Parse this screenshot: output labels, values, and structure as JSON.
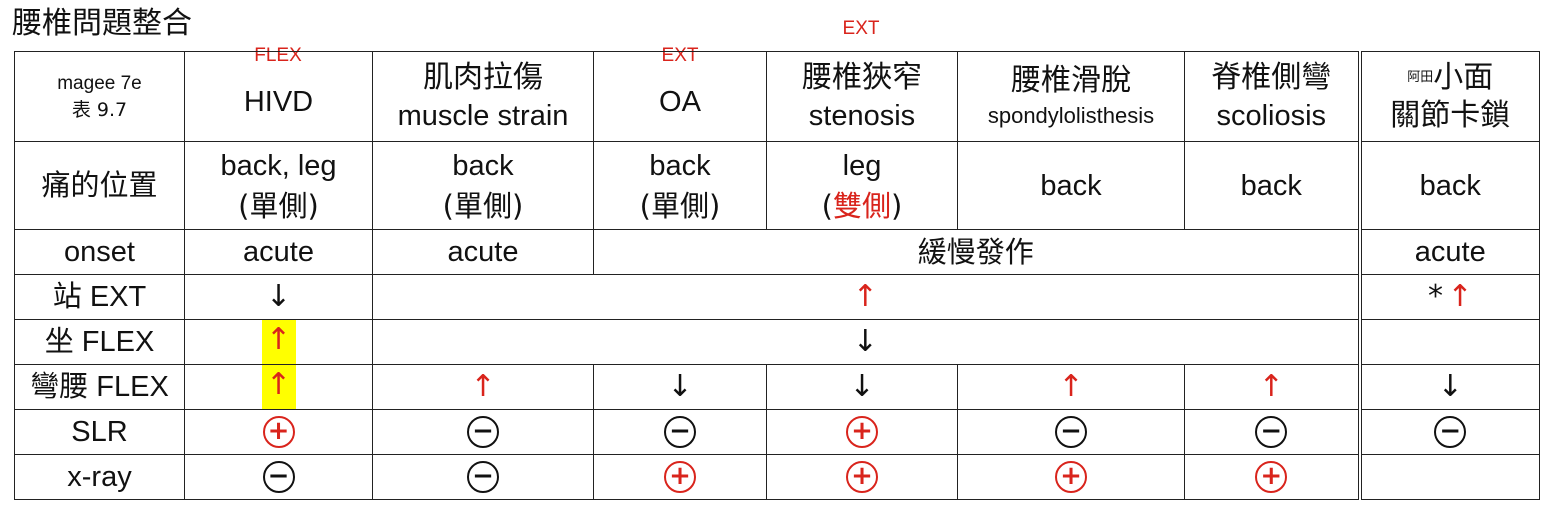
{
  "page_title": "腰椎問題整合",
  "overhead_labels": [
    "FLEX",
    "EXT",
    "EXT"
  ],
  "corner": {
    "line1": "magee 7e",
    "line2": "表 9.7"
  },
  "conditions": [
    {
      "cn": "",
      "en": "HIVD",
      "above": "FLEX"
    },
    {
      "cn": "肌肉拉傷",
      "en": "muscle strain",
      "above": ""
    },
    {
      "cn": "",
      "en": "OA",
      "above": "EXT"
    },
    {
      "cn": "腰椎狹窄",
      "en": "stenosis",
      "above": "EXT"
    },
    {
      "cn": "腰椎滑脫",
      "en": "spondylolisthesis",
      "above": ""
    },
    {
      "cn": "脊椎側彎",
      "en": "scoliosis",
      "above": ""
    },
    {
      "cn_small": "阿田",
      "cn": "小面",
      "cn2": "關節卡鎖",
      "above": ""
    }
  ],
  "rows": {
    "pain_location": {
      "label": "痛的位置",
      "hivd": {
        "l1": "back, leg",
        "l2": "(單側)"
      },
      "strain": {
        "l1": "back",
        "l2": "(單側)"
      },
      "oa": {
        "l1": "back",
        "l2": "(單側)"
      },
      "stenosis": {
        "l1": "leg",
        "l2_open": "(",
        "l2_red": "雙側",
        "l2_close": ")"
      },
      "spondy": "back",
      "scoliosis": "back",
      "facet": "back"
    },
    "onset": {
      "label": "onset",
      "hivd": "acute",
      "strain": "acute",
      "gradual": "緩慢發作",
      "facet": "acute"
    },
    "stand": {
      "label_cn": "站",
      "label_en": "EXT",
      "hivd": "↓",
      "merged": "↑",
      "facet_star": "*",
      "facet_arrow": "↑"
    },
    "sit": {
      "label_cn": "坐",
      "label_en": "FLEX",
      "hivd": "↑",
      "merged": "↓",
      "facet": ""
    },
    "bend": {
      "label_cn": "彎腰",
      "label_en": "FLEX",
      "hivd": "↑",
      "strain": "↑",
      "oa": "↓",
      "stenosis": "↓",
      "spondy": "↑",
      "scoliosis": "↑",
      "facet": "↓"
    },
    "slr": {
      "label": "SLR",
      "values": [
        "+",
        "−",
        "−",
        "+",
        "−",
        "−",
        "−"
      ]
    },
    "xray": {
      "label": "x-ray",
      "values": [
        "−",
        "−",
        "+",
        "+",
        "+",
        "+",
        ""
      ]
    }
  },
  "colors": {
    "positive": "#d9241c",
    "highlight": "#ffff00",
    "text": "#111111"
  }
}
